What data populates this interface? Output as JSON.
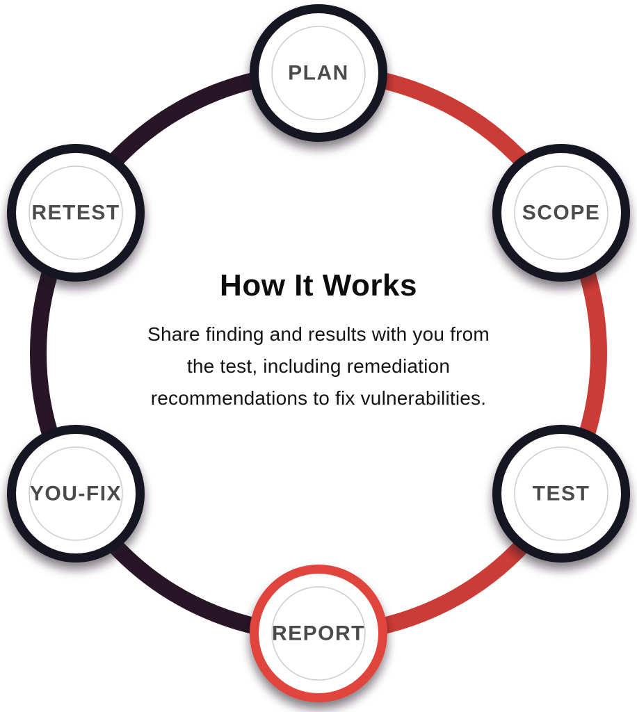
{
  "diagram": {
    "title": "How It Works",
    "description_lines": [
      "Share finding and results with you from",
      "the test, including remediation",
      "recommendations to fix vulnerabilities."
    ],
    "nodes": [
      {
        "id": "plan",
        "label": "PLAN"
      },
      {
        "id": "scope",
        "label": "SCOPE"
      },
      {
        "id": "test",
        "label": "TEST"
      },
      {
        "id": "report",
        "label": "REPORT"
      },
      {
        "id": "youfix",
        "label": "YOU-FIX"
      },
      {
        "id": "retest",
        "label": "RETEST"
      }
    ],
    "colors": {
      "arc_red": "#cc3c36",
      "arc_dark": "#281627",
      "node_border_dark": "#141821",
      "node_border_red": "#e0453e",
      "node_fill": "#ffffff",
      "inner_ring": "#cccccc",
      "label": "#4b4b4e",
      "title": "#0c0c0c",
      "body": "#141414"
    }
  }
}
